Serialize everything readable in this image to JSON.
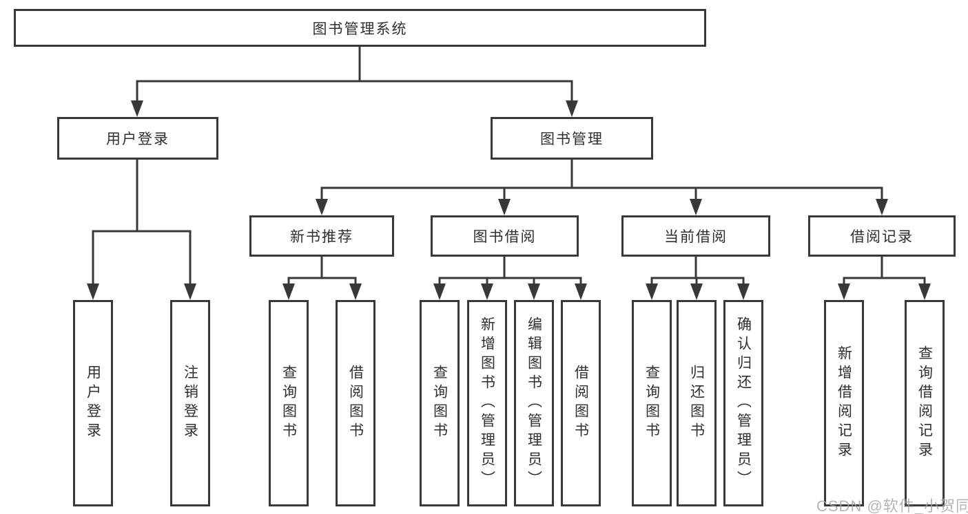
{
  "diagram": {
    "title": "图书管理系统",
    "root": {
      "label": "图书管理系统"
    },
    "level2": [
      {
        "label": "用户登录"
      },
      {
        "label": "图书管理"
      }
    ],
    "level3": [
      {
        "label": "新书推荐",
        "parent": "图书管理"
      },
      {
        "label": "图书借阅",
        "parent": "图书管理"
      },
      {
        "label": "当前借阅",
        "parent": "图书管理"
      },
      {
        "label": "借阅记录",
        "parent": "图书管理"
      }
    ],
    "leaves": [
      {
        "label": "用户登录",
        "parent": "用户登录"
      },
      {
        "label": "注销登录",
        "parent": "用户登录"
      },
      {
        "label": "查询图书",
        "parent": "新书推荐"
      },
      {
        "label": "借阅图书",
        "parent": "新书推荐"
      },
      {
        "label": "查询图书",
        "parent": "图书借阅"
      },
      {
        "label": "新增图书（管理员）",
        "parent": "图书借阅"
      },
      {
        "label": "编辑图书（管理员）",
        "parent": "图书借阅"
      },
      {
        "label": "借阅图书",
        "parent": "图书借阅"
      },
      {
        "label": "查询图书",
        "parent": "当前借阅"
      },
      {
        "label": "归还图书",
        "parent": "当前借阅"
      },
      {
        "label": "确认归还（管理员）",
        "parent": "当前借阅"
      },
      {
        "label": "新增借阅记录",
        "parent": "借阅记录"
      },
      {
        "label": "查询借阅记录",
        "parent": "借阅记录"
      }
    ]
  },
  "watermark": {
    "text": "CSDN @软件_小贺同学"
  },
  "colors": {
    "line": "#383838",
    "text": "#2f2f2f",
    "watermark": "#a3a3a3",
    "background": "#ffffff"
  }
}
